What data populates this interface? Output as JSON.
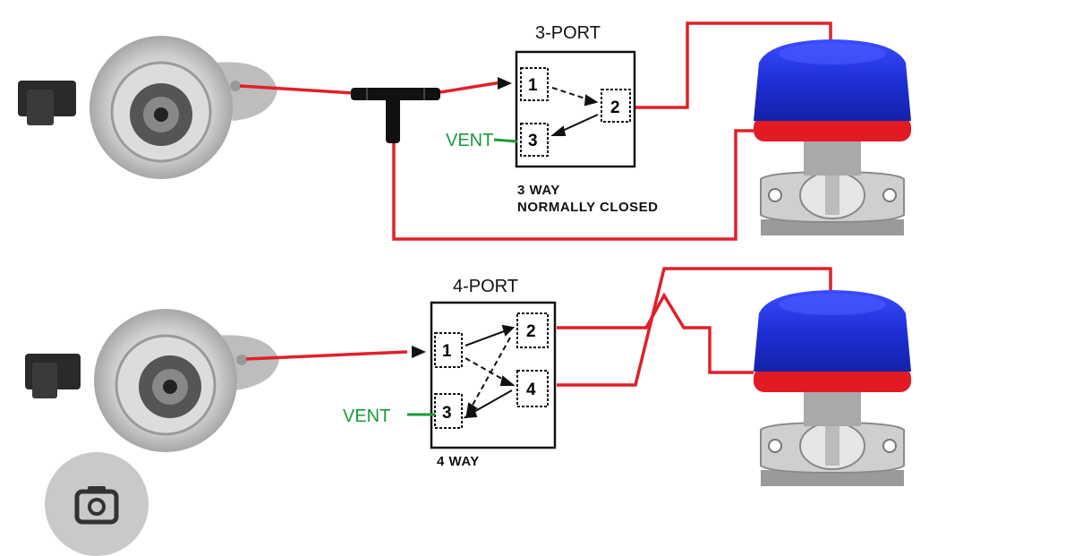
{
  "top": {
    "title": "3-PORT",
    "subtitle_line1": "3 WAY",
    "subtitle_line2": "NORMALLY CLOSED",
    "ports": [
      "1",
      "2",
      "3"
    ],
    "vent": "VENT"
  },
  "bottom": {
    "title": "4-PORT",
    "subtitle": "4 WAY",
    "ports": [
      "1",
      "2",
      "3",
      "4"
    ],
    "vent": "VENT"
  },
  "colors": {
    "line": "#e0202a",
    "vent": "#1a9a3a",
    "wastegate_top": "#1e2fd6",
    "wastegate_band": "#e21a24"
  },
  "overlay_icon": "camera-lens-icon"
}
